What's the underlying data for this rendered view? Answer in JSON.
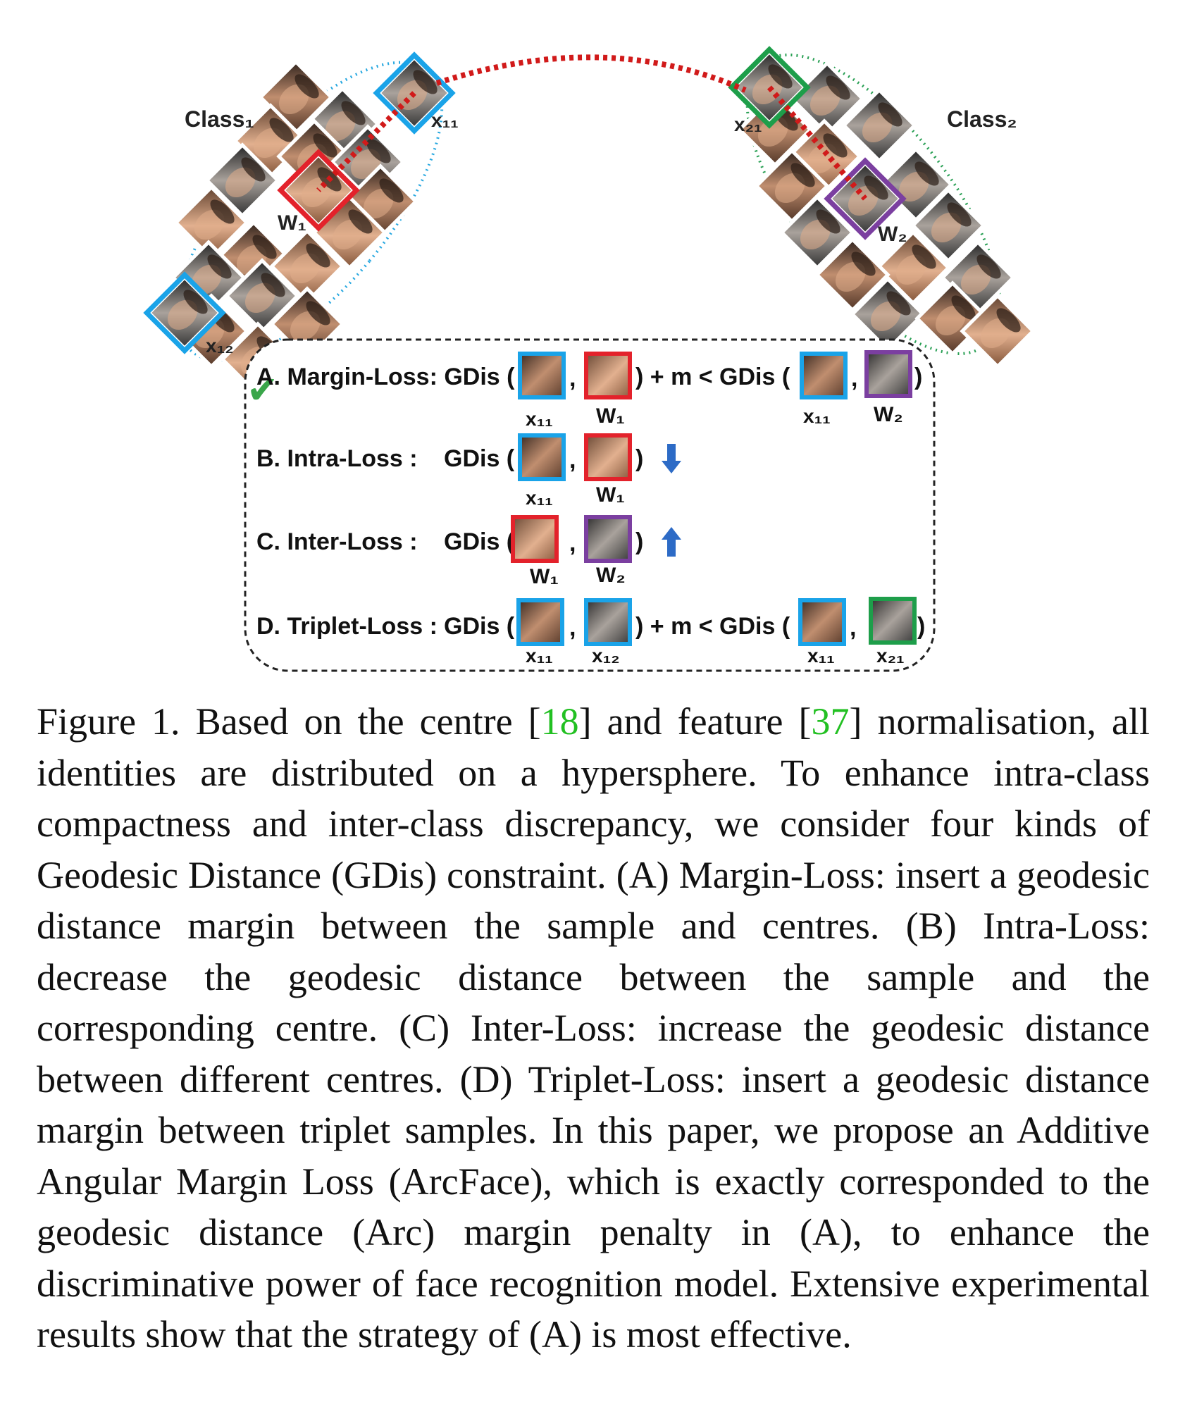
{
  "diagram": {
    "class1_label": "Class₁",
    "class2_label": "Class₂",
    "x11_label": "x₁₁",
    "x12_label": "x₁₂",
    "x21_label": "x₂₁",
    "w1_label": "W₁",
    "w2_label": "W₂",
    "checkmark": "✔",
    "rows": [
      {
        "label": "A. Margin-Loss: GDis (",
        "mid": ") + m < GDis (",
        "end": ")",
        "sub": [
          "x₁₁",
          "W₁",
          "x₁₁",
          "W₂"
        ]
      },
      {
        "label": "B. Intra-Loss :",
        "gdis": "GDis (",
        "end": ")",
        "sub": [
          "x₁₁",
          "W₁"
        ],
        "arrow": "down"
      },
      {
        "label": "C. Inter-Loss :",
        "gdis": "GDis (",
        "end": ")",
        "sub": [
          "W₁",
          "W₂"
        ],
        "arrow": "up"
      },
      {
        "label": "D. Triplet-Loss :",
        "gdis": "GDis (",
        "mid": ") + m < GDis (",
        "end": ")",
        "sub": [
          "x₁₁",
          "x₁₂",
          "x₁₁",
          "x₂₁"
        ]
      }
    ],
    "comma": ",",
    "colors": {
      "blue": "#1aa3e8",
      "red": "#e3222b",
      "purple": "#7b3fa0",
      "green": "#1e9e4a",
      "arc": "#d11a1a",
      "arrow": "#2d6bc6"
    }
  },
  "caption": {
    "p1": "Figure 1. Based on the centre [",
    "ref1": "18",
    "p2": "] and feature [",
    "ref2": "37",
    "p3": "] normalisation, all identities are distributed on a hypersphere. To enhance intra-class compactness and inter-class discrepancy, we consider four kinds of Geodesic Distance (GDis) constraint. (A) Margin-Loss: insert a geodesic distance margin between the sample and centres. (B) Intra-Loss: decrease the geodesic distance between the sample and the corresponding centre. (C) Inter-Loss: increase the geodesic distance between different centres. (D) Triplet-Loss: insert a geodesic distance margin between triplet samples. In this paper, we propose an Additive Angular Margin Loss (ArcFace), which is exactly corresponded to the geodesic distance (Arc) margin penalty in (A), to enhance the discriminative power of face recognition model. Extensive experimental results show that the strategy of (A) is most effective."
  }
}
